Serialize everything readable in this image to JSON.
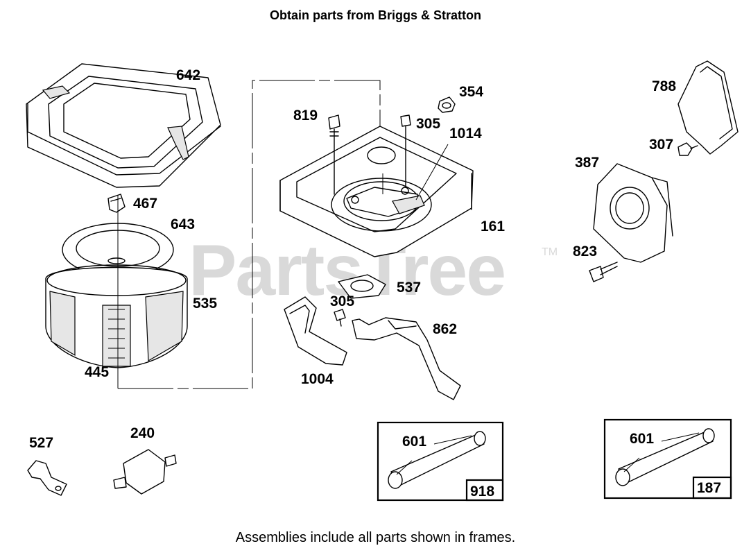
{
  "header": {
    "note": "Obtain parts from Briggs & Stratton"
  },
  "footer": {
    "note": "Assemblies include all parts shown in frames."
  },
  "watermark": {
    "text": "PartsTree",
    "trademark": "TM"
  },
  "callouts": {
    "p642": "642",
    "p467": "467",
    "p643": "643",
    "p535": "535",
    "p445": "445",
    "p819": "819",
    "p305a": "305",
    "p354": "354",
    "p1014": "1014",
    "p161": "161",
    "p537": "537",
    "p305b": "305",
    "p862": "862",
    "p1004": "1004",
    "p788": "788",
    "p307": "307",
    "p387": "387",
    "p823": "823",
    "p527": "527",
    "p240": "240",
    "p601a": "601",
    "p601b": "601",
    "frame918": "918",
    "frame187": "187"
  },
  "colors": {
    "line": "#000000",
    "watermark": "#d9d9d9",
    "background": "#ffffff"
  }
}
